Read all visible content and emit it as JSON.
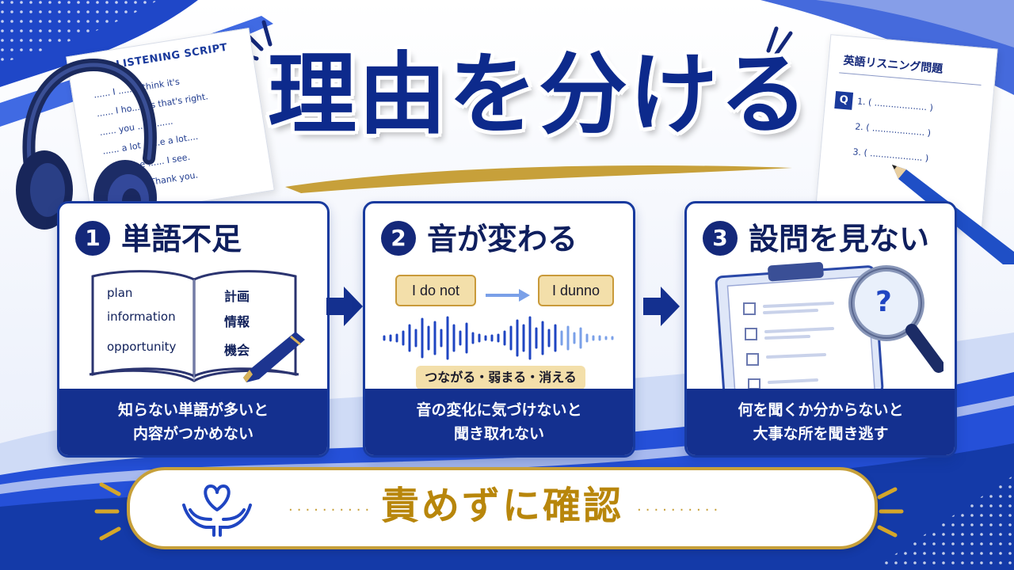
{
  "title": "理由を分ける",
  "script_paper": {
    "title": "LISTENING SCRIPT",
    "lines": [
      "...... I ...... I think it's",
      "...... I ho... ...s that's right.",
      "...... you ...... ......",
      "...... a lot ......e a lot....",
      "...... I see ...... I see.",
      "...... ......t Thank you."
    ]
  },
  "question_paper": {
    "title": "英語リスニング問題",
    "badge": "Q",
    "items": [
      "1. ( ................... )",
      "2. ( ................... )",
      "3. ( ................... )"
    ]
  },
  "cards": [
    {
      "number": "1",
      "heading": "単語不足",
      "words_en": [
        "plan",
        "information",
        "opportunity"
      ],
      "words_jp": [
        "計画",
        "情報",
        "機会"
      ],
      "caption": [
        "知らない単語が多いと",
        "内容がつかめない"
      ]
    },
    {
      "number": "2",
      "heading": "音が変わる",
      "bubble_from": "I do not",
      "bubble_to": "I dunno",
      "tag": "つながる・弱まる・消える",
      "caption": [
        "音の変化に気づけないと",
        "聞き取れない"
      ]
    },
    {
      "number": "3",
      "heading": "設問を見ない",
      "magnifier_mark": "?",
      "caption": [
        "何を聞くか分からないと",
        "大事な所を聞き逃す"
      ]
    }
  ],
  "bottom": {
    "text": "責めずに確認"
  },
  "colors": {
    "navy": "#14287a",
    "gold": "#c7a03a",
    "bubble": "#f3dfaa"
  }
}
